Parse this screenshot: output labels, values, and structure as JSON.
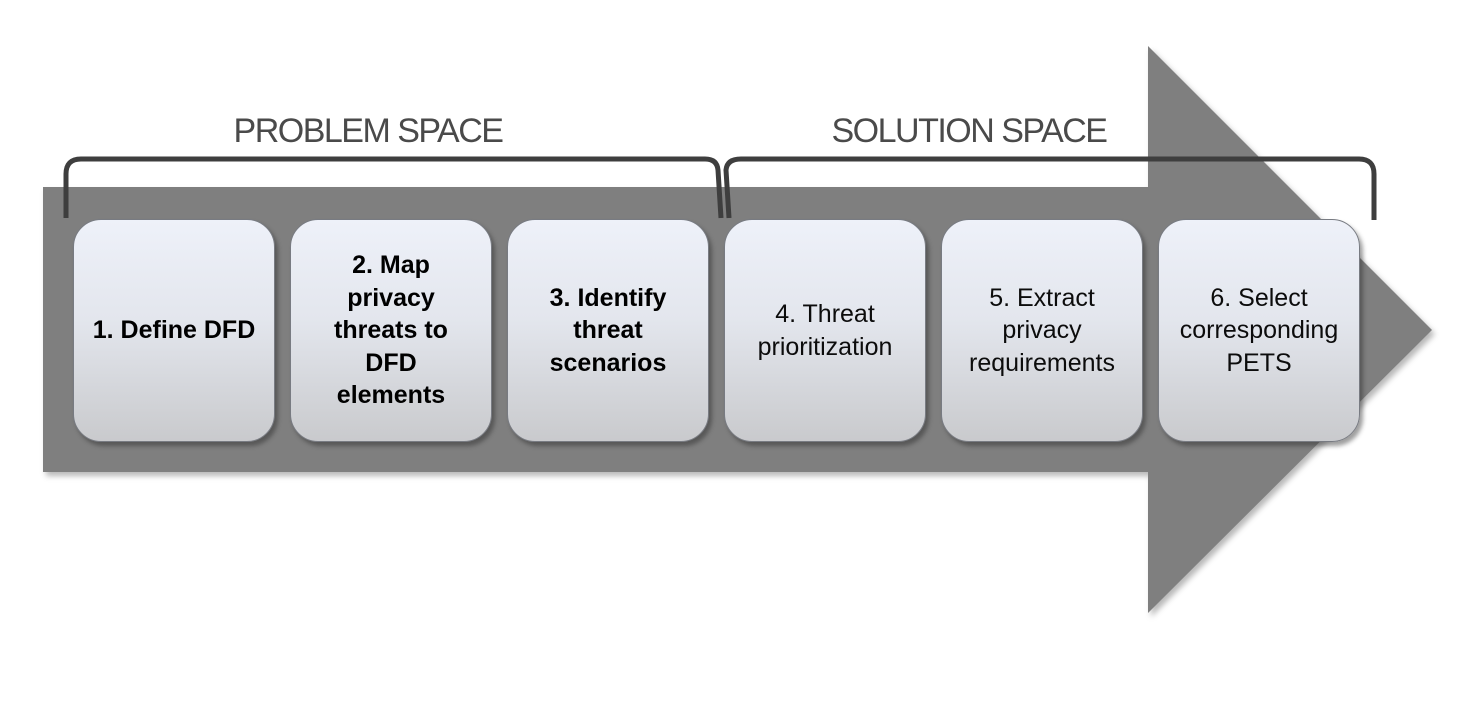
{
  "diagram": {
    "phase_labels": {
      "problem": "PROBLEM SPACE",
      "solution": "SOLUTION SPACE"
    },
    "steps": [
      {
        "label": "1. Define DFD",
        "phase": "problem",
        "emphasis": "bold"
      },
      {
        "label": "2. Map\nprivacy\nthreats to\nDFD\nelements",
        "phase": "problem",
        "emphasis": "bold"
      },
      {
        "label": "3. Identify\nthreat\nscenarios",
        "phase": "problem",
        "emphasis": "bold"
      },
      {
        "label": "4. Threat\nprioritization",
        "phase": "solution",
        "emphasis": "regular"
      },
      {
        "label": "5. Extract\nprivacy\nrequirements",
        "phase": "solution",
        "emphasis": "regular"
      },
      {
        "label": "6. Select\ncorresponding\nPETS",
        "phase": "solution",
        "emphasis": "regular"
      }
    ],
    "colors": {
      "arrow": "#7f7f7f",
      "bracket": "#3e3e3e",
      "box_gradient_top": "#eef1f9",
      "box_gradient_bottom": "#c9cacd",
      "phase_label_text": "#4a4a4a",
      "step_text": "#000000"
    }
  }
}
